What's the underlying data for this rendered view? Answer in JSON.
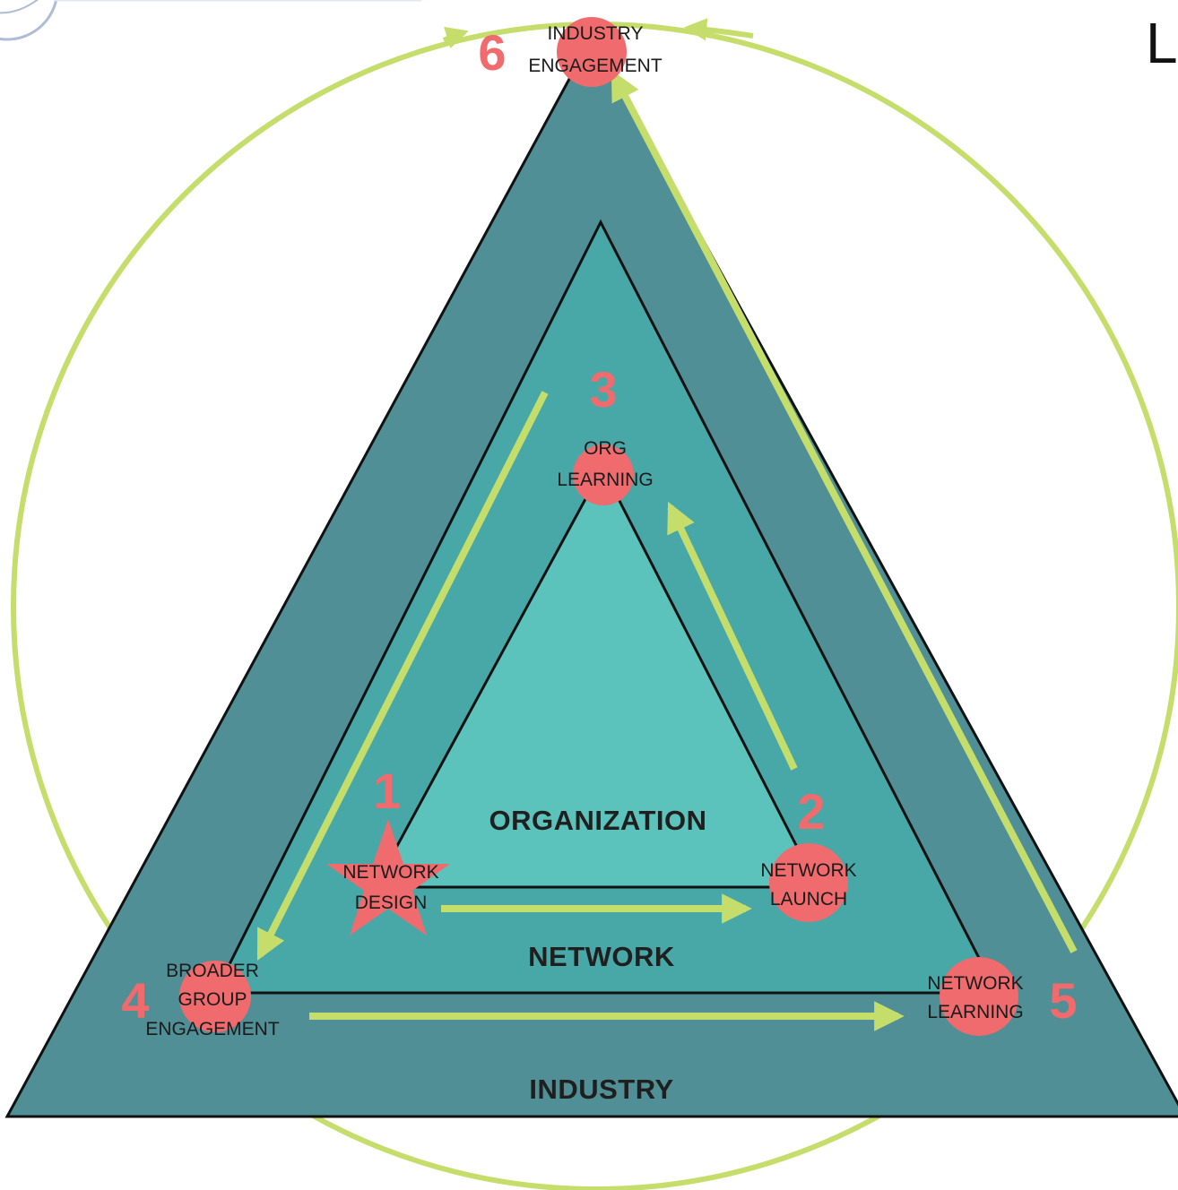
{
  "colors": {
    "cycle_ring": "#c5dd6a",
    "arrow": "#c5dd6a",
    "industry_fill": "#4f8f95",
    "network_fill": "#48a8a7",
    "organization_fill": "#5bc3bc",
    "node_fill": "#ef6b6d",
    "step_number": "#ef6b6d",
    "outline": "#111111"
  },
  "layers": {
    "organization": "ORGANIZATION",
    "network": "NETWORK",
    "industry": "INDUSTRY"
  },
  "steps": {
    "s1": {
      "number": "1",
      "line1": "NETWORK",
      "line2": "DESIGN",
      "shape": "star"
    },
    "s2": {
      "number": "2",
      "line1": "NETWORK",
      "line2": "LAUNCH",
      "shape": "circle"
    },
    "s3": {
      "number": "3",
      "line1": "ORG",
      "line2": "LEARNING",
      "shape": "circle"
    },
    "s4": {
      "number": "4",
      "line1": "BROADER",
      "line2": "GROUP",
      "line3": "ENGAGEMENT",
      "shape": "circle"
    },
    "s5": {
      "number": "5",
      "line1": "NETWORK",
      "line2": "LEARNING",
      "shape": "circle"
    },
    "s6": {
      "number": "6",
      "line1": "INDUSTRY",
      "line2": "ENGAGEMENT",
      "shape": "circle"
    }
  },
  "partial_heading": "L"
}
